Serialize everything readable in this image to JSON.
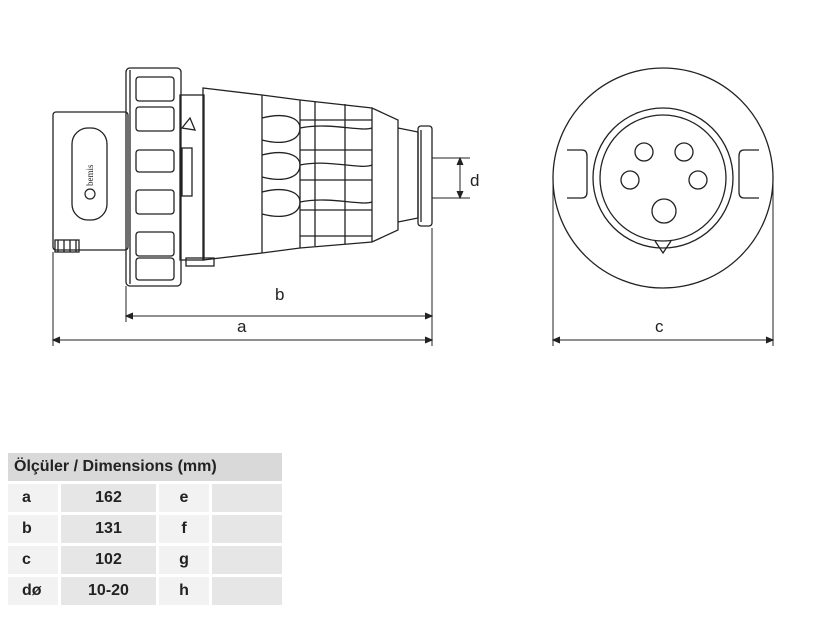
{
  "brand": "bemis",
  "dimension_labels": {
    "a": "a",
    "b": "b",
    "c": "c",
    "d": "d"
  },
  "table": {
    "header": "Ölçüler / Dimensions (mm)",
    "rows": [
      {
        "k1": "a",
        "v1": "162",
        "k2": "e",
        "v2": ""
      },
      {
        "k1": "b",
        "v1": "131",
        "k2": "f",
        "v2": ""
      },
      {
        "k1": "c",
        "v1": "102",
        "k2": "g",
        "v2": ""
      },
      {
        "k1": "dø",
        "v1": "10-20",
        "k2": "h",
        "v2": ""
      }
    ]
  }
}
